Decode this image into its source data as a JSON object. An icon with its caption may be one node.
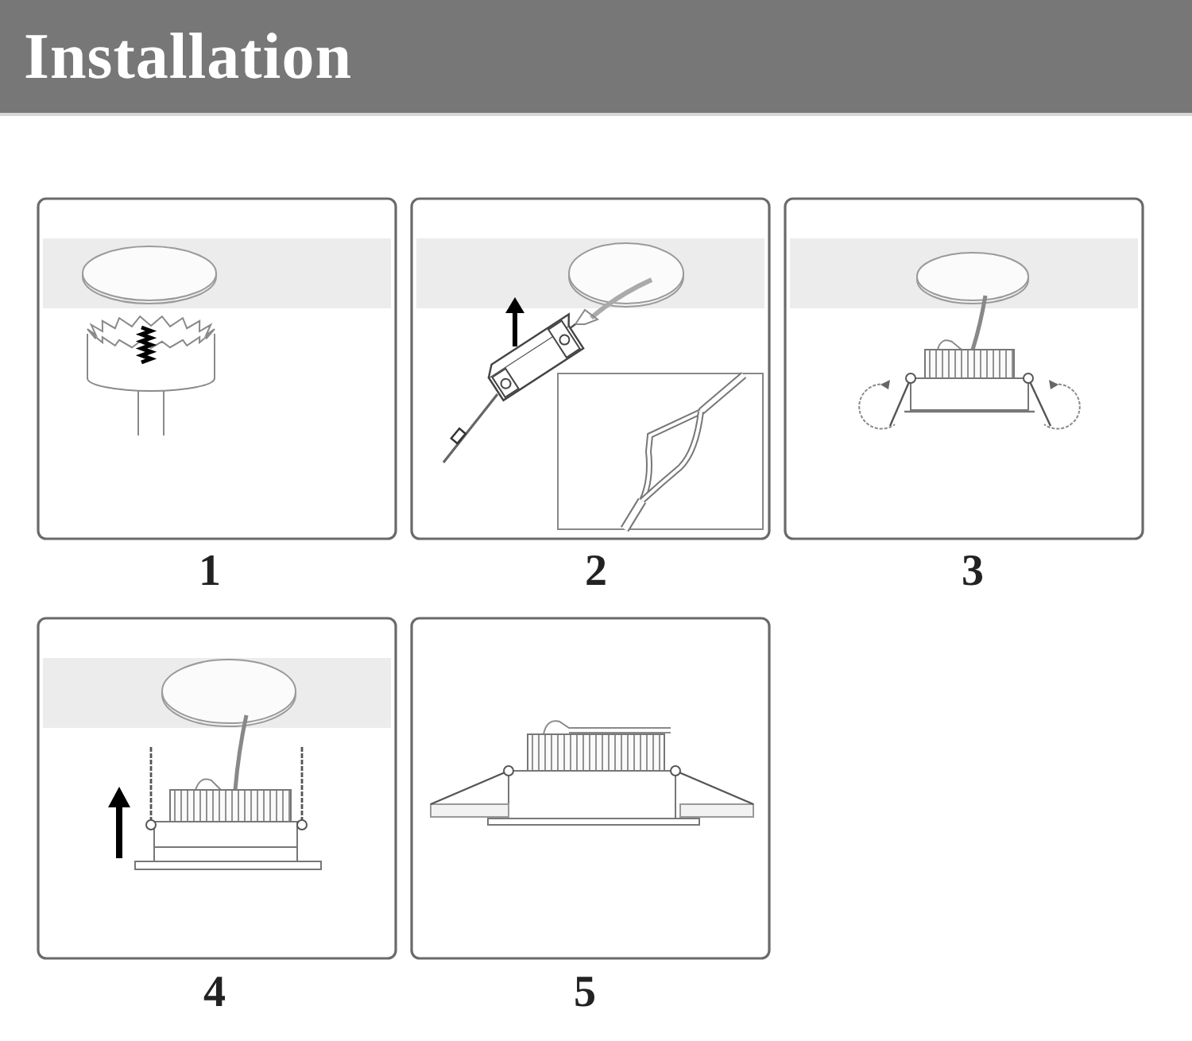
{
  "diagram": {
    "title": "Installation",
    "labels": [
      "1",
      "2",
      "3",
      "4",
      "5"
    ]
  }
}
